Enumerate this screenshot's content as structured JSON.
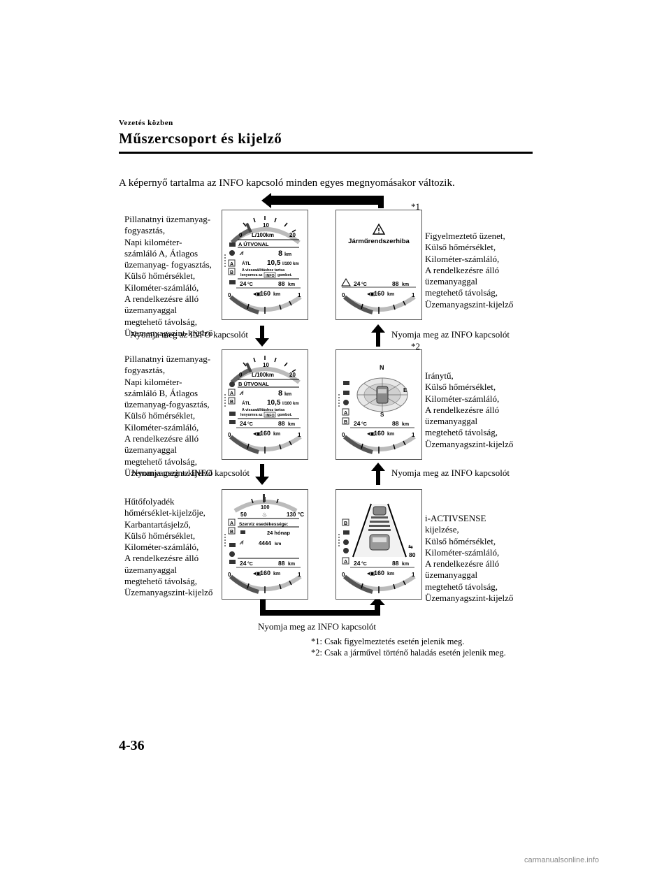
{
  "header": {
    "section": "Vezetés közben",
    "title": "Műszercsoport és kijelző"
  },
  "intro": "A képernyő tartalma az INFO kapcsoló minden egyes megnyomásakor változik.",
  "left_descriptions": {
    "d1": "Pillanatnyi üzemanyag-\nfogyasztás,\nNapi kilométer-\nszámláló A, Átlagos\nüzemanyag- fogyasztás,\nKülső hőmérséklet,\nKilométer-számláló,\nA rendelkezésre álló\nüzemanyaggal\nmegtehető távolság,\nÜzemanyagszint-kijelző",
    "d2": "Pillanatnyi üzemanyag-\nfogyasztás,\nNapi kilométer-\nszámláló B, Átlagos\nüzemanyag-fogyasztás,\nKülső hőmérséklet,\nKilométer-számláló,\nA rendelkezésre álló\nüzemanyaggal\nmegtehető távolság,\nÜzemanyagszint-kijelző",
    "d3": "Hűtőfolyadék\nhőmérséklet-kijelzője,\nKarbantartásjelző,\nKülső hőmérséklet,\nKilométer-számláló,\nA rendelkezésre álló\nüzemanyaggal\nmegtehető távolság,\nÜzemanyagszint-kijelző"
  },
  "right_descriptions": {
    "d1": "Figyelmeztető üzenet,\nKülső hőmérséklet,\nKilométer-számláló,\nA rendelkezésre álló\nüzemanyaggal\nmegtehető távolság,\nÜzemanyagszint-kijelző",
    "d2": "Iránytű,\nKülső hőmérséklet,\nKilométer-számláló,\nA rendelkezésre álló\nüzemanyaggal\nmegtehető távolság,\nÜzemanyagszint-kijelző",
    "d3": "i-ACTIVSENSE\nkijelzése,\nKülső hőmérséklet,\nKilométer-számláló,\nA rendelkezésre álló\nüzemanyaggal\nmegtehető távolság,\nÜzemanyagszint-kijelző"
  },
  "press_label": "Nyomja meg az INFO kapcsolót",
  "footnote_marks": {
    "m1": "*1",
    "m2": "*2"
  },
  "notes": {
    "n1": "*1: Csak figyelmeztetés esetén jelenik meg.",
    "n2": "*2: Csak a járművel történő haladás esetén jelenik meg."
  },
  "page_number": "4-36",
  "watermark": "carmanualsonline.info",
  "screens": {
    "common": {
      "temp": "24",
      "temp_unit": "°C",
      "odo": "88",
      "km": "km",
      "range": "160",
      "gauge_zero": "0",
      "gauge_one": "1"
    },
    "fuel_a": {
      "scale_mid": "10",
      "scale_min": "0",
      "scale_max": "20",
      "scale_unit": "L/100km",
      "trip_title": "A ÚTVONAL",
      "trip_value": "8",
      "avg_prefix": "ÁTL",
      "avg_value": "10,5",
      "avg_unit": "l/100 km",
      "reset_line1": "A visszaállításhoz tartsa",
      "reset_line2_a": "lenyomva az",
      "reset_info": "INFO",
      "reset_line2_b": "gombot.",
      "badge_a": "A",
      "badge_b": "B"
    },
    "fuel_b": {
      "scale_mid": "10",
      "scale_min": "0",
      "scale_max": "20",
      "scale_unit": "L/100km",
      "trip_title": "B ÚTVONAL",
      "trip_value": "8",
      "avg_prefix": "ÁTL",
      "avg_value": "10,5",
      "avg_unit": "l/100 km",
      "reset_line1": "A visszaállításhoz tartsa",
      "reset_line2_a": "lenyomva az",
      "reset_info": "INFO",
      "reset_line2_b": "gombot.",
      "badge_a": "A",
      "badge_b": "B"
    },
    "coolant": {
      "scale_mid": "100",
      "scale_min": "50",
      "scale_max": "130",
      "scale_unit": "°C",
      "service_title": "Szerviz esedékessége:",
      "service_months": "24 hónap",
      "service_km": "4444",
      "badge_a": "A",
      "badge_b": "B"
    },
    "warning": {
      "message": "Járműrendszerhiba"
    },
    "compass": {
      "north": "N",
      "south": "S",
      "east": "E",
      "badge_a": "A",
      "badge_b": "B"
    },
    "activsense": {
      "speed": "80",
      "badge_a": "A",
      "badge_b": "B"
    }
  }
}
